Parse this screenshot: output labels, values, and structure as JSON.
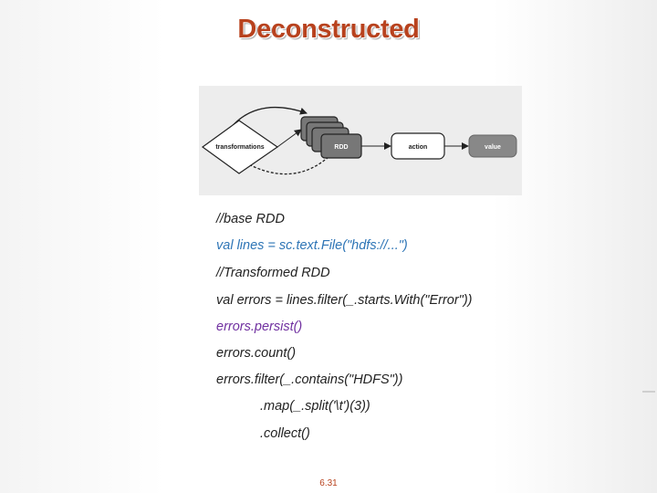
{
  "slide": {
    "title": "Deconstructed",
    "page_number": "6.31"
  },
  "diagram": {
    "nodes": {
      "transformations": "transformations",
      "rdd": "RDD",
      "action": "action",
      "value": "value"
    }
  },
  "code": {
    "lines": [
      {
        "text": "//base RDD",
        "style": "comment"
      },
      {
        "text": "val lines = sc.text.File(\"hdfs://...\")",
        "style": "blue"
      },
      {
        "text": "//Transformed RDD",
        "style": "comment"
      },
      {
        "text": "val errors = lines.filter(_.starts.With(\"Error\"))",
        "style": "black"
      },
      {
        "text": "errors.persist()",
        "style": "purple"
      },
      {
        "text": "errors.count()",
        "style": "black"
      },
      {
        "text": "errors.filter(_.contains(\"HDFS\"))",
        "style": "black"
      },
      {
        "text": ".map(_.split('\\t')(3))",
        "style": "black"
      },
      {
        "text": ".collect()",
        "style": "black"
      }
    ]
  }
}
